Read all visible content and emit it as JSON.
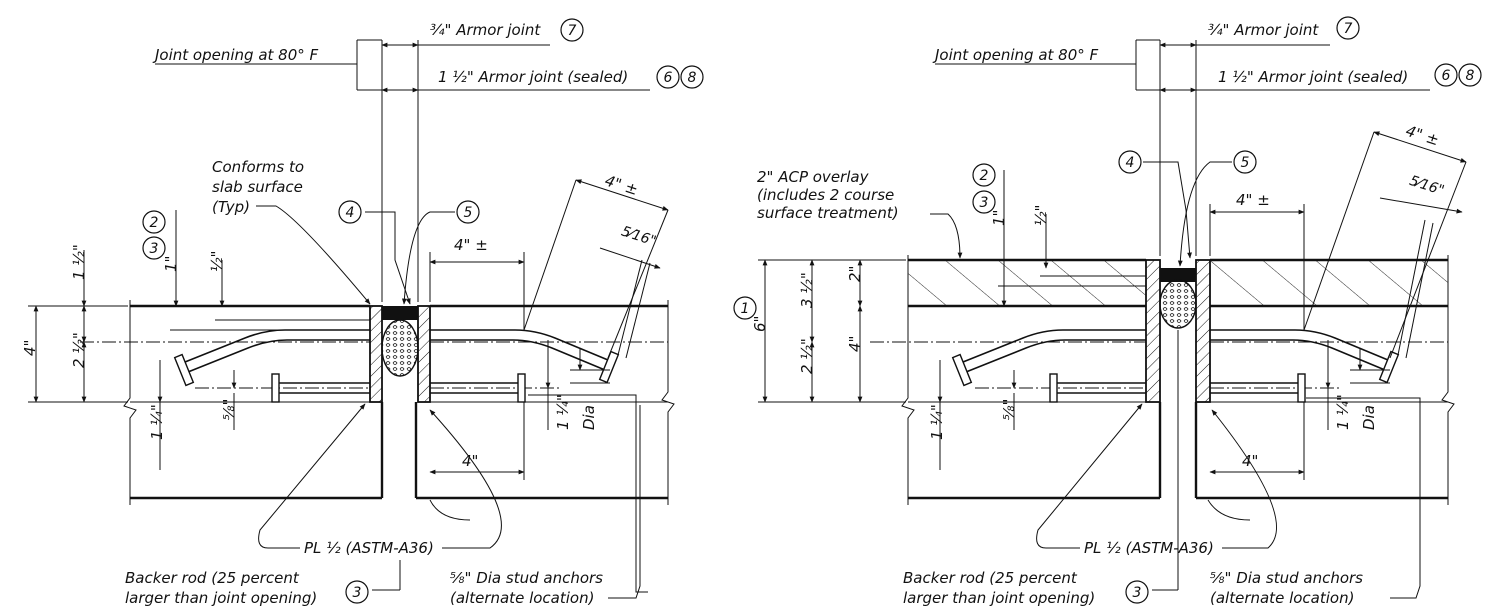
{
  "panels": [
    {
      "joint_opening_label": "Joint opening at 80° F",
      "armor_joint_3_4": "¾\" Armor joint",
      "armor_joint_1_5": "1 ½\" Armor joint (sealed)",
      "conforms_line1": "Conforms to",
      "conforms_line2": "slab surface",
      "conforms_line3": "(Typ)",
      "dim_1_5": "1 ½\"",
      "dim_2_5": "2 ½\"",
      "dim_4": "4\"",
      "dim_1in": "1\"",
      "dim_half": "½\"",
      "dim_1_25_left": "1 ¼\"",
      "dim_5_8": "⅝\"",
      "dim_4_pm_top": "4\" ±",
      "dim_4_pm": "4\" ±",
      "dim_5_16": "5⁄16\"",
      "dim_1_25_right": "1 ¼\"",
      "dia": "Dia",
      "dim_4_bottom": "4\"",
      "pl_label": "PL ½ (ASTM-A36)",
      "backer_line1": "Backer rod (25 percent",
      "backer_line2": "larger than joint opening)",
      "stud_line1": "⅝\" Dia stud anchors",
      "stud_line2": "(alternate location)"
    },
    {
      "joint_opening_label": "Joint opening at 80° F",
      "armor_joint_3_4": "¾\" Armor joint",
      "armor_joint_1_5": "1 ½\" Armor joint (sealed)",
      "acp_line1": "2\" ACP overlay",
      "acp_line2": "(includes 2 course",
      "acp_line3": "surface treatment)",
      "dim_6": "6\"",
      "dim_3_5": "3 ½\"",
      "dim_2_5": "2 ½\"",
      "dim_2": "2\"",
      "dim_4": "4\"",
      "dim_1in": "1\"",
      "dim_half": "½\"",
      "dim_1_25_left": "1 ¼\"",
      "dim_5_8": "⅝\"",
      "dim_4_pm_top": "4\" ±",
      "dim_4_pm": "4\" ±",
      "dim_5_16": "5⁄16\"",
      "dim_1_25_right": "1 ¼\"",
      "dia": "Dia",
      "dim_4_bottom": "4\"",
      "pl_label": "PL ½ (ASTM-A36)",
      "backer_line1": "Backer rod (25 percent",
      "backer_line2": "larger than joint opening)",
      "stud_line1": "⅝\" Dia stud anchors",
      "stud_line2": "(alternate location)"
    }
  ],
  "bubbles": {
    "b1": "1",
    "b2": "2",
    "b3": "3",
    "b4": "4",
    "b5": "5",
    "b6": "6",
    "b7": "7",
    "b8": "8"
  }
}
